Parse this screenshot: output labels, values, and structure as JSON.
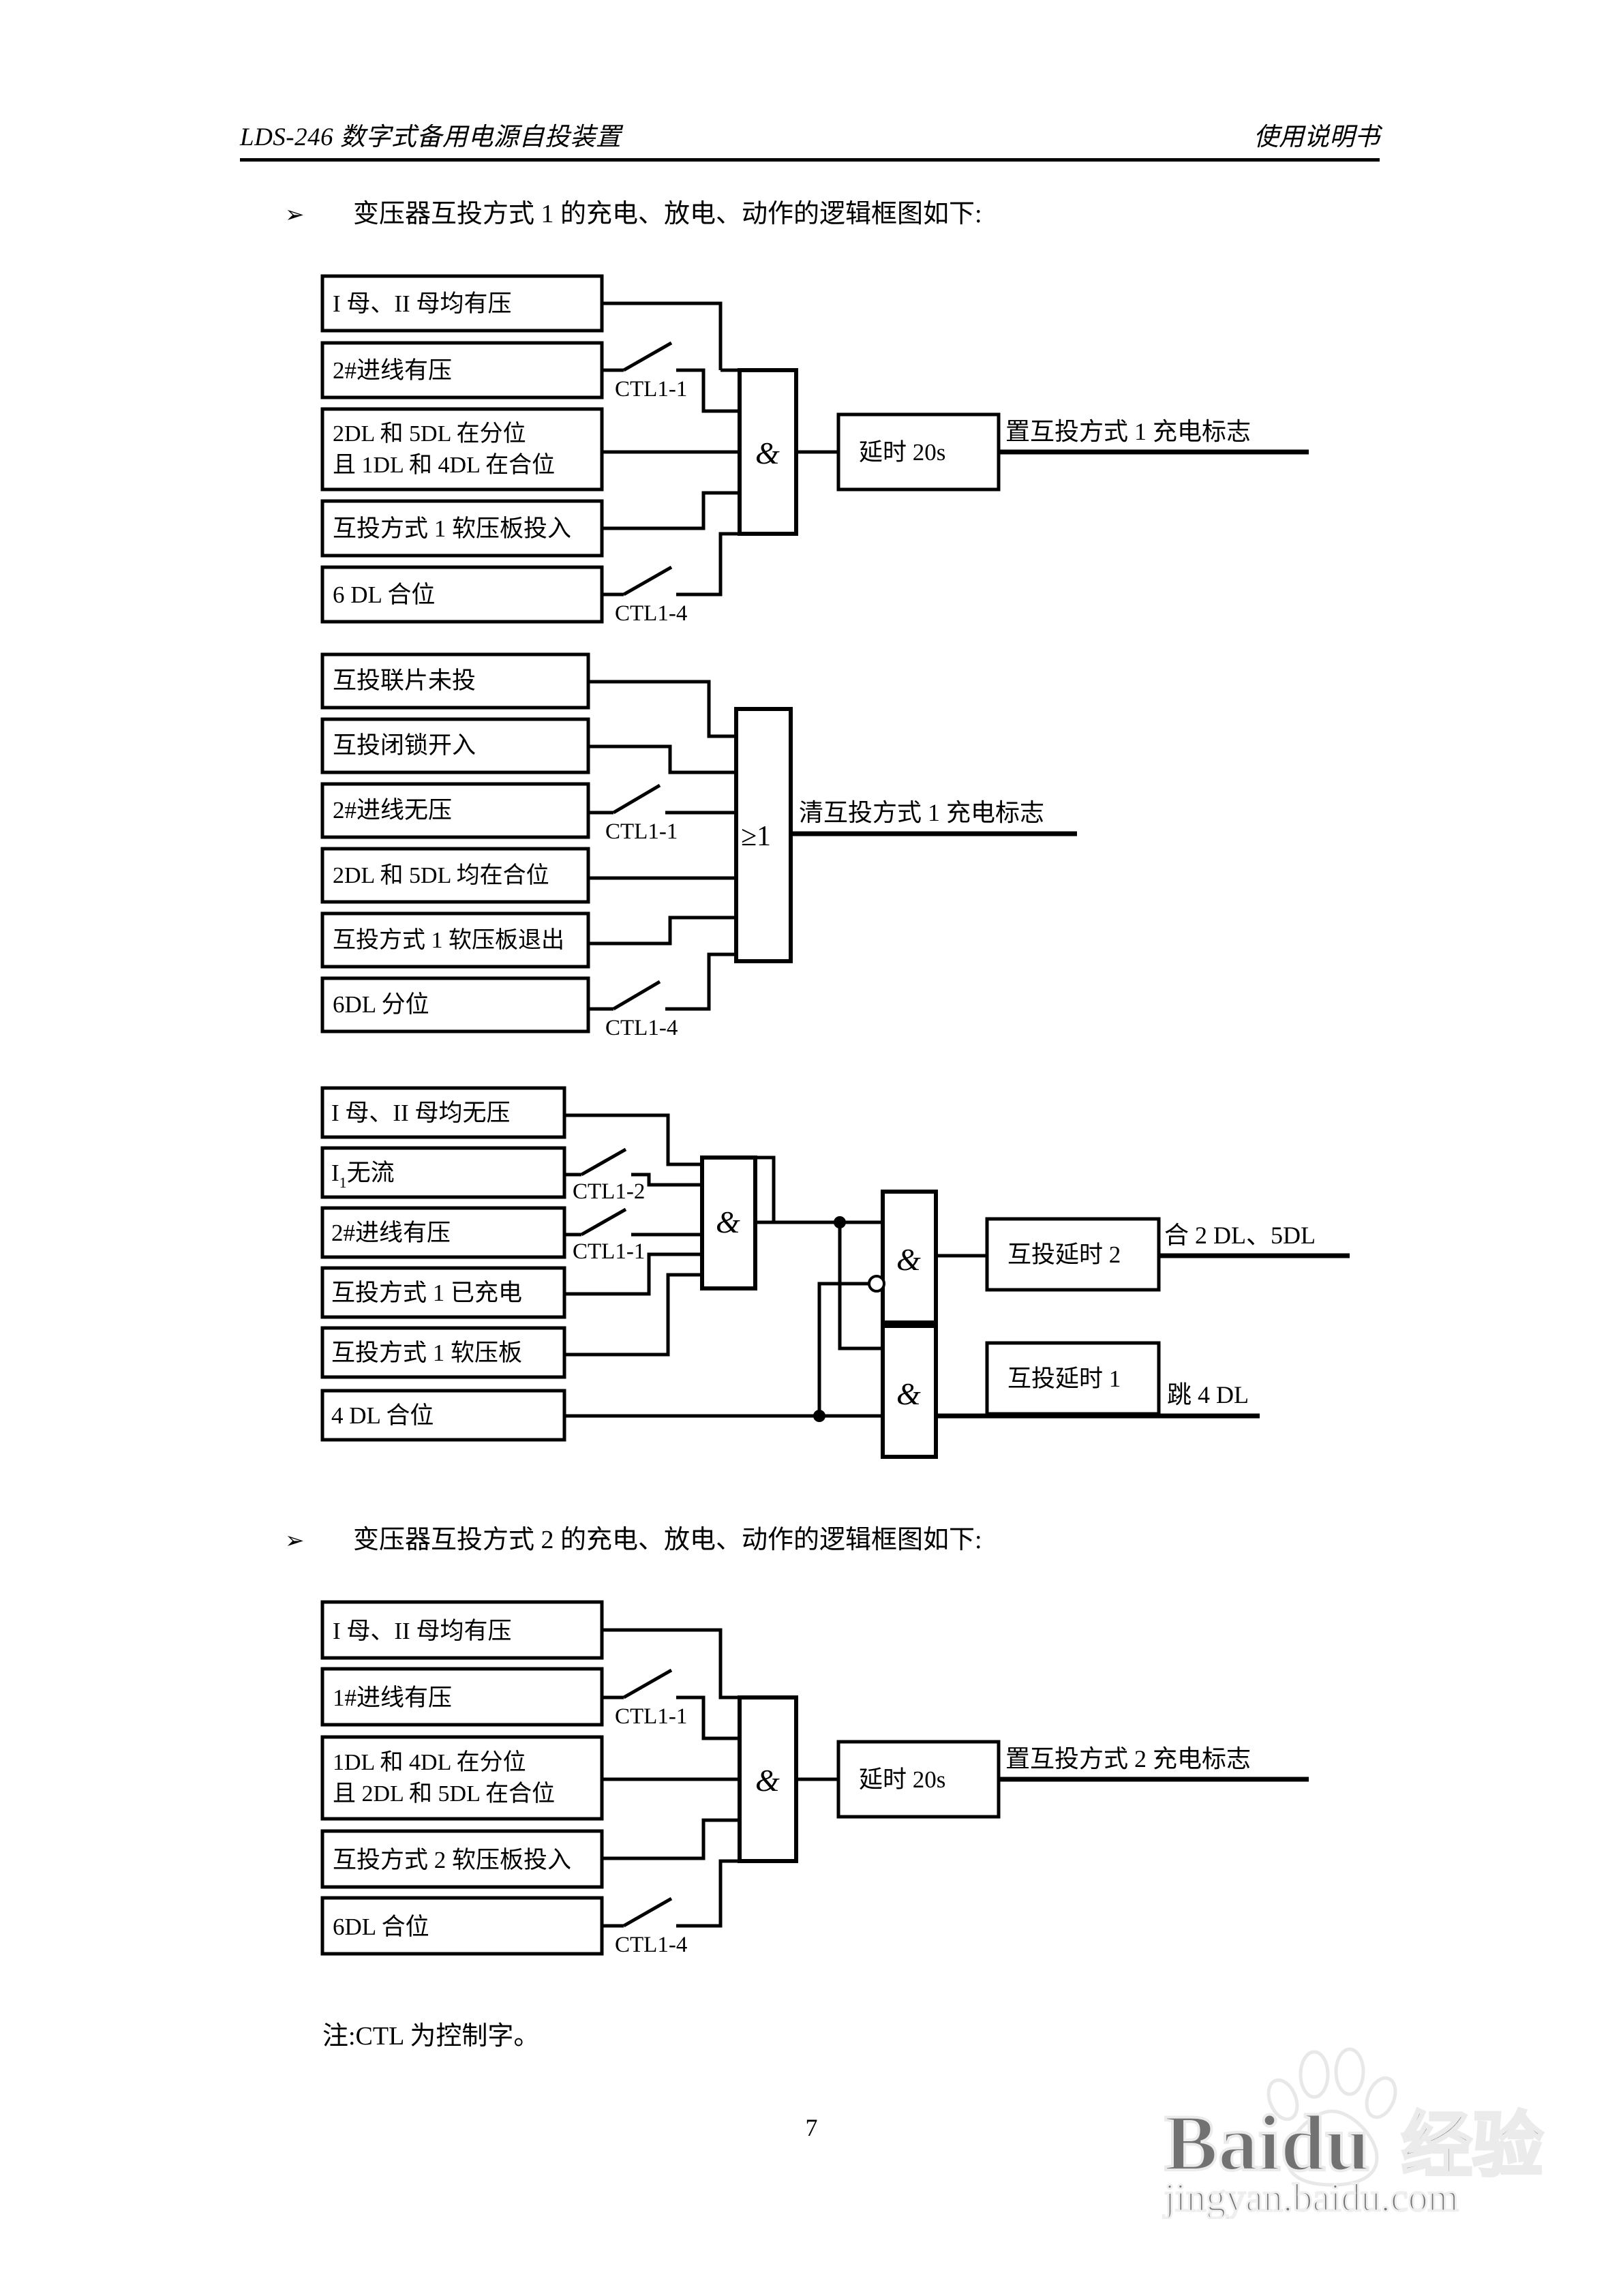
{
  "header": {
    "left": "LDS-246 数字式备用电源自投装置",
    "right": "使用说明书"
  },
  "bullets": {
    "mark": "➢",
    "b1": "变压器互投方式 1 的充电、放电、动作的逻辑框图如下:",
    "b2": "变压器互投方式 2 的充电、放电、动作的逻辑框图如下:"
  },
  "note": "注:CTL 为控制字。",
  "page_number": "7",
  "watermark": {
    "brand": "Baidu",
    "brand_cn": "经验",
    "url": "jingyan.baidu.com"
  },
  "gates": {
    "and": "&",
    "or": "≥1"
  },
  "diagrams": [
    {
      "id": "charge-mode-1",
      "title": "变压器互投方式 1 充电逻辑",
      "gate": "&",
      "inputs": [
        {
          "label": "I 母、II 母均有压",
          "ctl": ""
        },
        {
          "label": "2#进线有压",
          "ctl": "CTL1-1"
        },
        {
          "label_line1": "2DL 和 5DL 在分位",
          "label_line2": "且 1DL 和 4DL 在合位",
          "ctl": ""
        },
        {
          "label": "互投方式 1 软压板投入",
          "ctl": ""
        },
        {
          "label": "6 DL 合位",
          "ctl": "CTL1-4"
        }
      ],
      "delay_box": "延时 20s",
      "output": "置互投方式 1 充电标志"
    },
    {
      "id": "discharge-mode-1",
      "title": "变压器互投方式 1 放电逻辑",
      "gate": "≥1",
      "inputs": [
        {
          "label": "互投联片未投",
          "ctl": ""
        },
        {
          "label": "互投闭锁开入",
          "ctl": ""
        },
        {
          "label": "2#进线无压",
          "ctl": "CTL1-1"
        },
        {
          "label": "2DL 和 5DL 均在合位",
          "ctl": ""
        },
        {
          "label": "互投方式 1 软压板退出",
          "ctl": ""
        },
        {
          "label": "6DL 分位",
          "ctl": "CTL1-4"
        }
      ],
      "output": "清互投方式 1 充电标志"
    },
    {
      "id": "action-mode-1",
      "title": "变压器互投方式 1 动作逻辑",
      "gate1": "&",
      "gate2": "&",
      "gate3": "&",
      "inputs": [
        {
          "label": "I 母、II 母均无压",
          "ctl": ""
        },
        {
          "label_main": "I",
          "label_sub": "1",
          "label_rest": "无流",
          "ctl": "CTL1-2"
        },
        {
          "label": "2#进线有压",
          "ctl": "CTL1-1"
        },
        {
          "label": "互投方式 1 已充电",
          "ctl": ""
        },
        {
          "label": "互投方式 1 软压板",
          "ctl": ""
        },
        {
          "label": "4 DL 合位",
          "ctl": ""
        }
      ],
      "delay_box_2": "互投延时 2",
      "delay_box_1": "互投延时 1",
      "output_2": "合 2 DL、5DL",
      "output_1": "跳 4 DL"
    },
    {
      "id": "charge-mode-2",
      "title": "变压器互投方式 2 充电逻辑",
      "gate": "&",
      "inputs": [
        {
          "label": "I 母、II 母均有压",
          "ctl": ""
        },
        {
          "label": "1#进线有压",
          "ctl": "CTL1-1"
        },
        {
          "label_line1": "1DL 和 4DL 在分位",
          "label_line2": "且 2DL 和 5DL 在合位",
          "ctl": ""
        },
        {
          "label": "互投方式 2 软压板投入",
          "ctl": ""
        },
        {
          "label": "6DL 合位",
          "ctl": "CTL1-4"
        }
      ],
      "delay_box": "延时 20s",
      "output": "置互投方式 2 充电标志"
    }
  ]
}
